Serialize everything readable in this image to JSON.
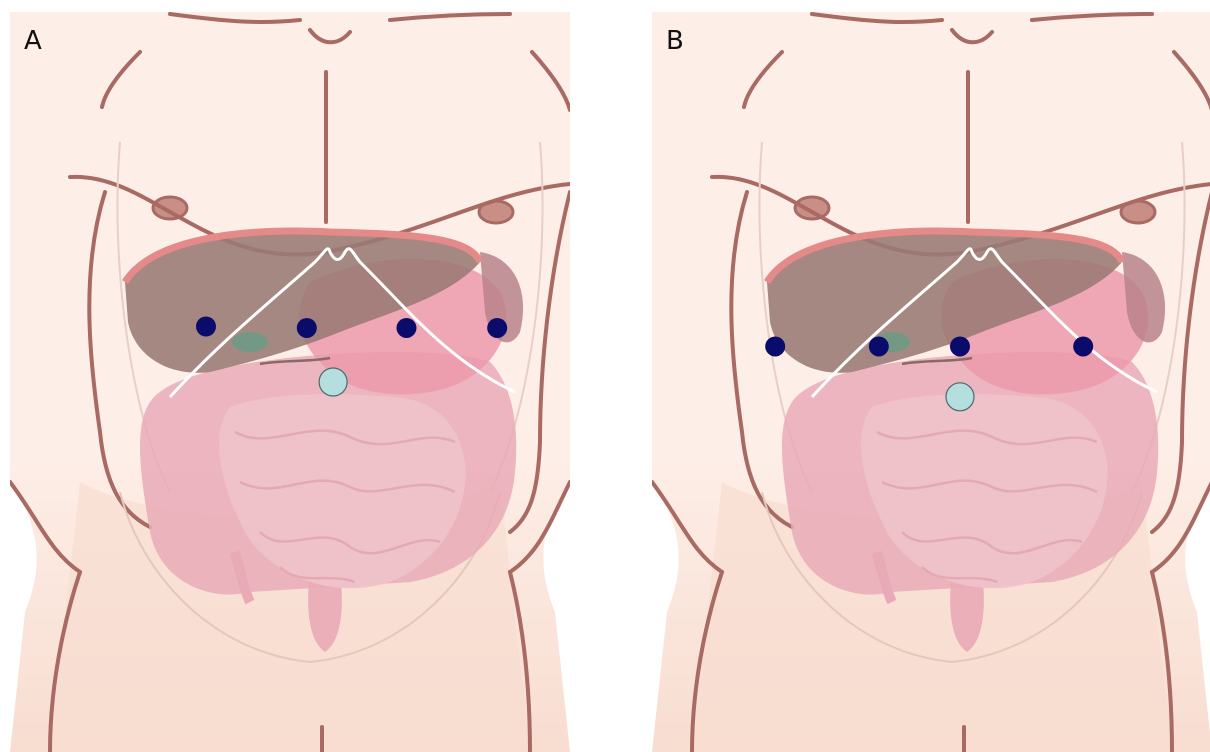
{
  "panels": [
    {
      "label": "A",
      "trocars": [
        [
          0.35,
          0.425
        ],
        [
          0.53,
          0.427
        ],
        [
          0.708,
          0.427
        ],
        [
          0.87,
          0.427
        ]
      ],
      "camera_port": [
        0.577,
        0.5
      ]
    },
    {
      "label": "B",
      "trocars": [
        [
          0.22,
          0.452
        ],
        [
          0.405,
          0.452
        ],
        [
          0.55,
          0.452
        ],
        [
          0.77,
          0.452
        ]
      ],
      "camera_port": [
        0.55,
        0.52
      ]
    }
  ],
  "colors": {
    "skin_light": "#fdeee7",
    "skin_lower": "#f8ddd0",
    "outline": "#a86a62",
    "liver": "#9a7a74",
    "liver_edge": "#e48a88",
    "stomach": "#ec9aab",
    "spleen": "#b9828c",
    "gallbladder": "#6f9a86",
    "intestine": "#efc2c8",
    "colon": "#e9aab7",
    "trocar": "#0b0b6b",
    "camera_port": "#b5dede",
    "rib_margin": "#ffffff"
  }
}
